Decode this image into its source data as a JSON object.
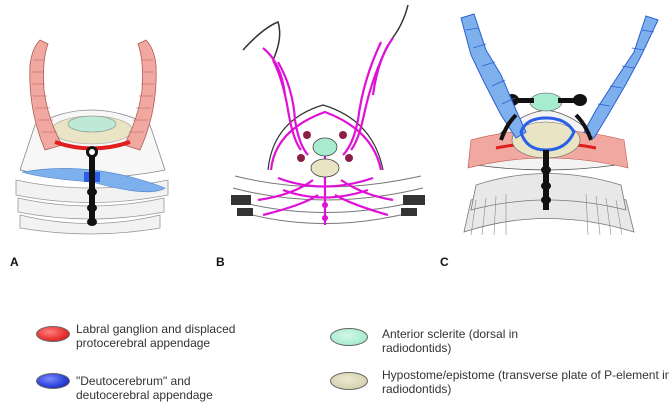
{
  "panels": {
    "a": {
      "label": "A"
    },
    "b": {
      "label": "B"
    },
    "c": {
      "label": "C"
    }
  },
  "legend": {
    "labral": {
      "line1": "Labral ganglion and displaced",
      "line2": "protocerebral appendage",
      "color": "#e63030"
    },
    "deuto": {
      "line1": "\"Deutocerebrum\" and",
      "line2": "deutocerebral appendage",
      "color": "#2a3fd6"
    },
    "sclerite": {
      "line1": "Anterior sclerite (dorsal in",
      "line2": "radiodontids)",
      "color": "#a8ecd0"
    },
    "hypostome": {
      "line1": "Hypostome/epistome (transverse plate of P-element in",
      "line2": "radiodontids)",
      "color": "#d6d2b0"
    }
  },
  "colors": {
    "protocerebral": "#f0a8a0",
    "deutocerebral": "#7fb0ee",
    "neural": "#e010d8",
    "sclerite": "#a8ecd0",
    "hypostome": "#e8e4c4"
  }
}
